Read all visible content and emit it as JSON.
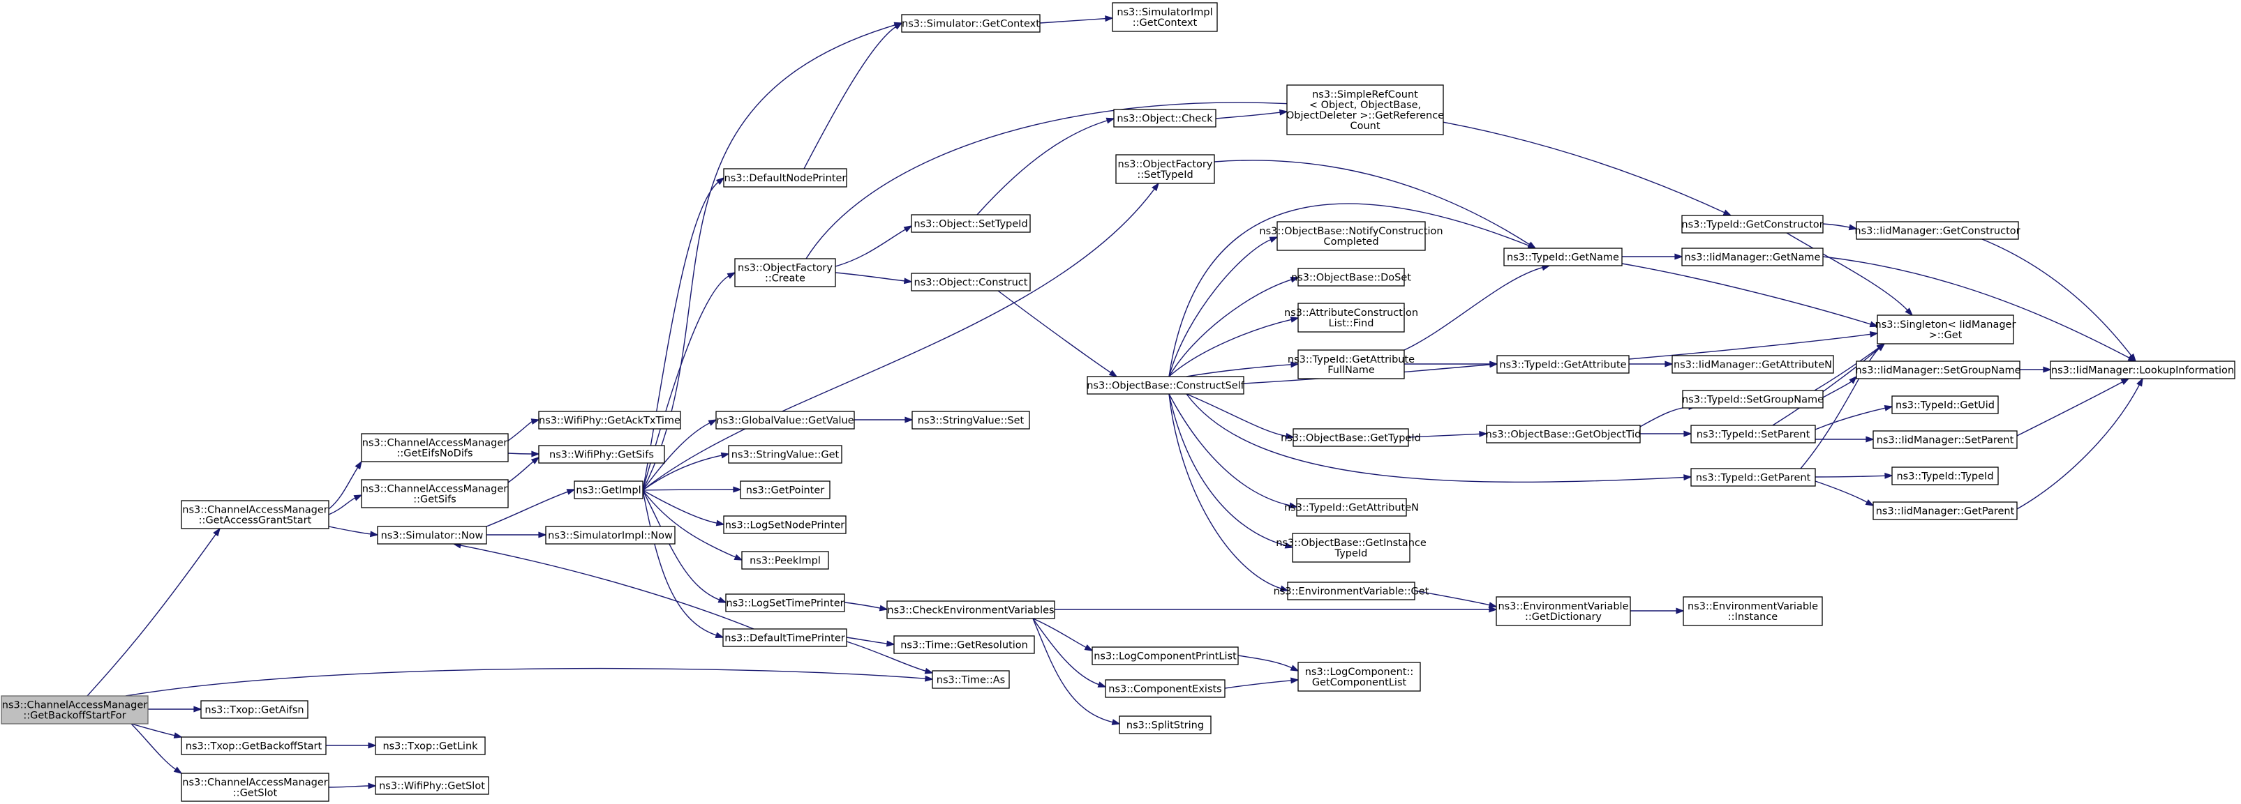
{
  "graph": {
    "edge_color": "#191970",
    "root_fill": "#bfbfbf",
    "nodes": {
      "root": [
        "ns3::ChannelAccessManager",
        "::GetBackoffStartFor"
      ],
      "getAccessGrantStart": [
        "ns3::ChannelAccessManager",
        "::GetAccessGrantStart"
      ],
      "getAifsn": [
        "ns3::Txop::GetAifsn"
      ],
      "getBackoffStart": [
        "ns3::Txop::GetBackoffStart"
      ],
      "getSlotCam": [
        "ns3::ChannelAccessManager",
        "::GetSlot"
      ],
      "timeAs": [
        "ns3::Time::As"
      ],
      "getEifsNoDifs": [
        "ns3::ChannelAccessManager",
        "::GetEifsNoDifs"
      ],
      "getSifsCam": [
        "ns3::ChannelAccessManager",
        "::GetSifs"
      ],
      "simulatorNow": [
        "ns3::Simulator::Now"
      ],
      "getAckTxTime": [
        "ns3::WifiPhy::GetAckTxTime"
      ],
      "getSifsPhy": [
        "ns3::WifiPhy::GetSifs"
      ],
      "getImpl": [
        "ns3::GetImpl"
      ],
      "simImplNow": [
        "ns3::SimulatorImpl::Now"
      ],
      "getLink": [
        "ns3::Txop::GetLink"
      ],
      "getSlotPhy": [
        "ns3::WifiPhy::GetSlot"
      ],
      "getContext": [
        "ns3::Simulator::GetContext"
      ],
      "simImplGetContext": [
        "ns3::SimulatorImpl",
        "::GetContext"
      ],
      "defaultNodePrinter": [
        "ns3::DefaultNodePrinter"
      ],
      "objectFactoryCreate": [
        "ns3::ObjectFactory",
        "::Create"
      ],
      "globalValueGetValue": [
        "ns3::GlobalValue::GetValue"
      ],
      "stringValueGet": [
        "ns3::StringValue::Get"
      ],
      "getPointer": [
        "ns3::GetPointer"
      ],
      "logSetNodePrinter": [
        "ns3::LogSetNodePrinter"
      ],
      "peekImpl": [
        "ns3::PeekImpl"
      ],
      "logSetTimePrinter": [
        "ns3::LogSetTimePrinter"
      ],
      "defaultTimePrinter": [
        "ns3::DefaultTimePrinter"
      ],
      "objectCheck": [
        "ns3::Object::Check"
      ],
      "simpleRefCount": [
        "ns3::SimpleRefCount",
        "< Object, ObjectBase,",
        "ObjectDeleter >::GetReference",
        "Count"
      ],
      "objectFactorySetTypeId": [
        "ns3::ObjectFactory",
        "::SetTypeId"
      ],
      "objectSetTypeId": [
        "ns3::Object::SetTypeId"
      ],
      "objectConstruct": [
        "ns3::Object::Construct"
      ],
      "stringValueSet": [
        "ns3::StringValue::Set"
      ],
      "checkEnvVars": [
        "ns3::CheckEnvironmentVariables"
      ],
      "timeGetResolution": [
        "ns3::Time::GetResolution"
      ],
      "constructSelf": [
        "ns3::ObjectBase::ConstructSelf"
      ],
      "notifyConstruction": [
        "ns3::ObjectBase::NotifyConstruction",
        "Completed"
      ],
      "doSet": [
        "ns3::ObjectBase::DoSet"
      ],
      "attrConstructionListFind": [
        "ns3::AttributeConstruction",
        "List::Find"
      ],
      "getAttributeFullName": [
        "ns3::TypeId::GetAttribute",
        "FullName"
      ],
      "objectBaseGetTypeId": [
        "ns3::ObjectBase::GetTypeId"
      ],
      "getAttributeN": [
        "ns3::TypeId::GetAttributeN"
      ],
      "getInstanceTypeId": [
        "ns3::ObjectBase::GetInstance",
        "TypeId"
      ],
      "envVarGet": [
        "ns3::EnvironmentVariable::Get"
      ],
      "logComponentPrintList": [
        "ns3::LogComponentPrintList"
      ],
      "componentExists": [
        "ns3::ComponentExists"
      ],
      "splitString": [
        "ns3::SplitString"
      ],
      "typeIdGetName": [
        "ns3::TypeId::GetName"
      ],
      "typeIdGetAttribute": [
        "ns3::TypeId::GetAttribute"
      ],
      "getObjectTid": [
        "ns3::ObjectBase::GetObjectTid"
      ],
      "envVarGetDictionary": [
        "ns3::EnvironmentVariable",
        "::GetDictionary"
      ],
      "logComponentGetList": [
        "ns3::LogComponent::",
        "GetComponentList"
      ],
      "typeIdGetConstructor": [
        "ns3::TypeId::GetConstructor"
      ],
      "iidGetName": [
        "ns3::IidManager::GetName"
      ],
      "iidGetAttributeN": [
        "ns3::IidManager::GetAttributeN"
      ],
      "typeIdSetGroupName": [
        "ns3::TypeId::SetGroupName"
      ],
      "typeIdSetParent": [
        "ns3::TypeId::SetParent"
      ],
      "typeIdGetParent": [
        "ns3::TypeId::GetParent"
      ],
      "envVarInstance": [
        "ns3::EnvironmentVariable",
        "::Instance"
      ],
      "iidGetConstructor": [
        "ns3::IidManager::GetConstructor"
      ],
      "singletonGet": [
        "ns3::Singleton< IidManager",
        ">::Get"
      ],
      "iidSetGroupName": [
        "ns3::IidManager::SetGroupName"
      ],
      "typeIdGetUid": [
        "ns3::TypeId::GetUid"
      ],
      "iidSetParent": [
        "ns3::IidManager::SetParent"
      ],
      "typeIdTypeId": [
        "ns3::TypeId::TypeId"
      ],
      "iidGetParent": [
        "ns3::IidManager::GetParent"
      ],
      "iidLookupInformation": [
        "ns3::IidManager::LookupInformation"
      ]
    }
  }
}
